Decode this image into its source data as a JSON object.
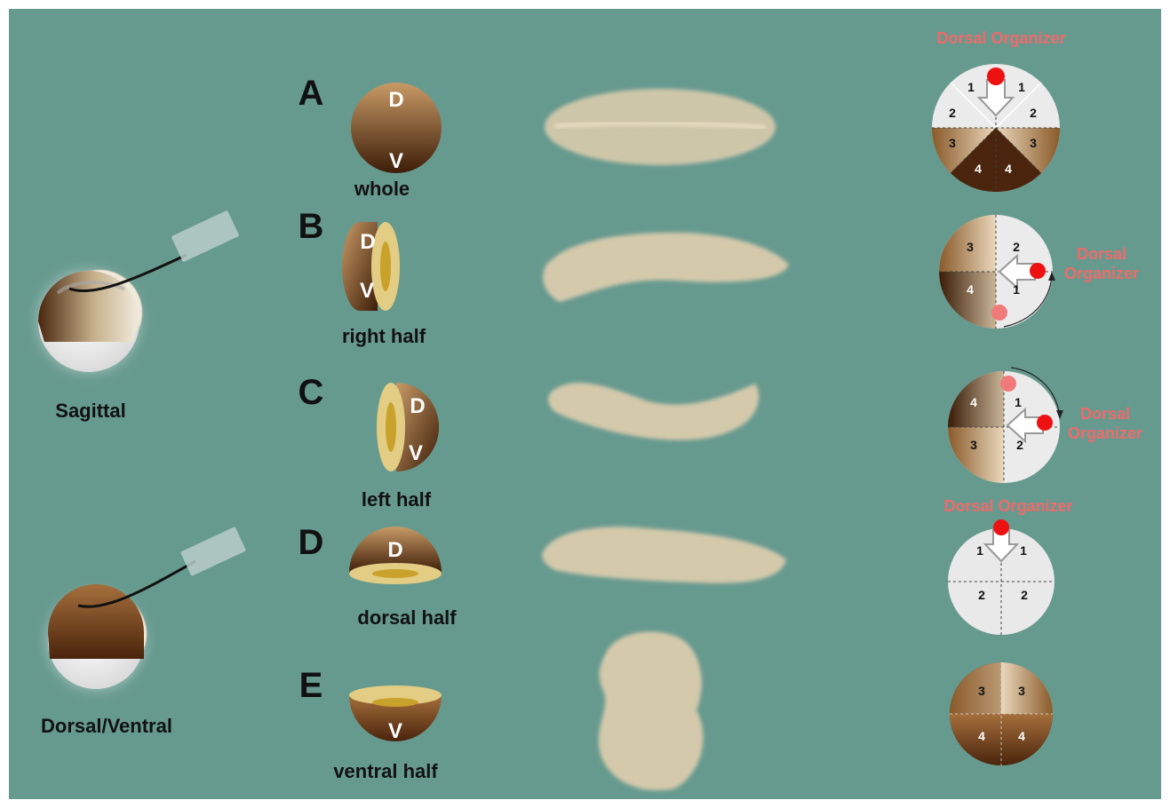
{
  "methods": {
    "sagittal_label": "Sagittal",
    "dorsal_ventral_label": "Dorsal/Ventral"
  },
  "rows": [
    {
      "letter": "A",
      "caption": "whole",
      "top_mark": "D",
      "bottom_mark": "V"
    },
    {
      "letter": "B",
      "caption": "right half",
      "top_mark": "D",
      "bottom_mark": "V"
    },
    {
      "letter": "C",
      "caption": "left half",
      "top_mark": "D",
      "bottom_mark": "V"
    },
    {
      "letter": "D",
      "caption": "dorsal half",
      "top_mark": "D"
    },
    {
      "letter": "E",
      "caption": "ventral half",
      "bottom_mark": "V"
    }
  ],
  "organizer_label": "Dorsal Organizer",
  "organizer_label_split": [
    "Dorsal",
    "Organizer"
  ],
  "fate_maps": {
    "A": {
      "sectors": [
        "1",
        "1",
        "2",
        "2",
        "3",
        "3",
        "4",
        "4"
      ]
    },
    "B": {
      "quadrants": [
        "3",
        "2",
        "4",
        "1"
      ]
    },
    "C": {
      "quadrants": [
        "4",
        "1",
        "3",
        "2"
      ]
    },
    "D": {
      "quadrants": [
        "1",
        "1",
        "2",
        "2"
      ]
    },
    "E": {
      "quadrants": [
        "3",
        "3",
        "4",
        "4"
      ]
    }
  },
  "colors": {
    "background": "#679a8f",
    "embryo_dark": "#4e2a12",
    "embryo_light": "#b07b45",
    "yolk": "#e3cc84",
    "organizer_dot": "#ee1111",
    "organizer_text": "#ef6a6a"
  }
}
